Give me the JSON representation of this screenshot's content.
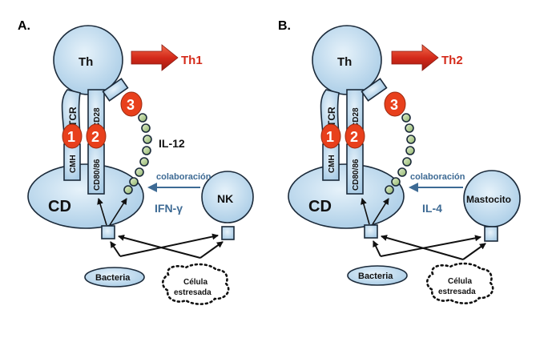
{
  "panels": [
    {
      "panel_label": "A.",
      "th_label": "Th",
      "th_output": "Th1",
      "tcr_label": "TCR",
      "cd28_label": "CD28",
      "cmh_label": "CMH",
      "cd8086_label": "CD80/86",
      "signal_1": "1",
      "signal_2": "2",
      "signal_3": "3",
      "cytokine_label": "IL-12",
      "cd_label": "CD",
      "partner_label": "NK",
      "collab_label": "colaboración",
      "partner_cytokine": "IFN-γ",
      "bacteria_label": "Bacteria",
      "stressed_cell_label_1": "Célula",
      "stressed_cell_label_2": "estresada"
    },
    {
      "panel_label": "B.",
      "th_label": "Th",
      "th_output": "Th2",
      "tcr_label": "TCR",
      "cd28_label": "CD28",
      "cmh_label": "CMH",
      "cd8086_label": "CD80/86",
      "signal_1": "1",
      "signal_2": "2",
      "signal_3": "3",
      "cytokine_label": "",
      "cd_label": "CD",
      "partner_label": "Mastocito",
      "collab_label": "colaboración",
      "partner_cytokine": "IL-4",
      "bacteria_label": "Bacteria",
      "stressed_cell_label_1": "Célula",
      "stressed_cell_label_2": "estresada"
    }
  ],
  "colors": {
    "th1_arrow": "#d42a1a",
    "signal_badge": "#e8401c",
    "cell_fill": "#b9d7ec",
    "collab_arrow": "#3d6a94",
    "partner_cytokine_text": "#3d6a94",
    "bead_fill": "#aecb8a"
  }
}
